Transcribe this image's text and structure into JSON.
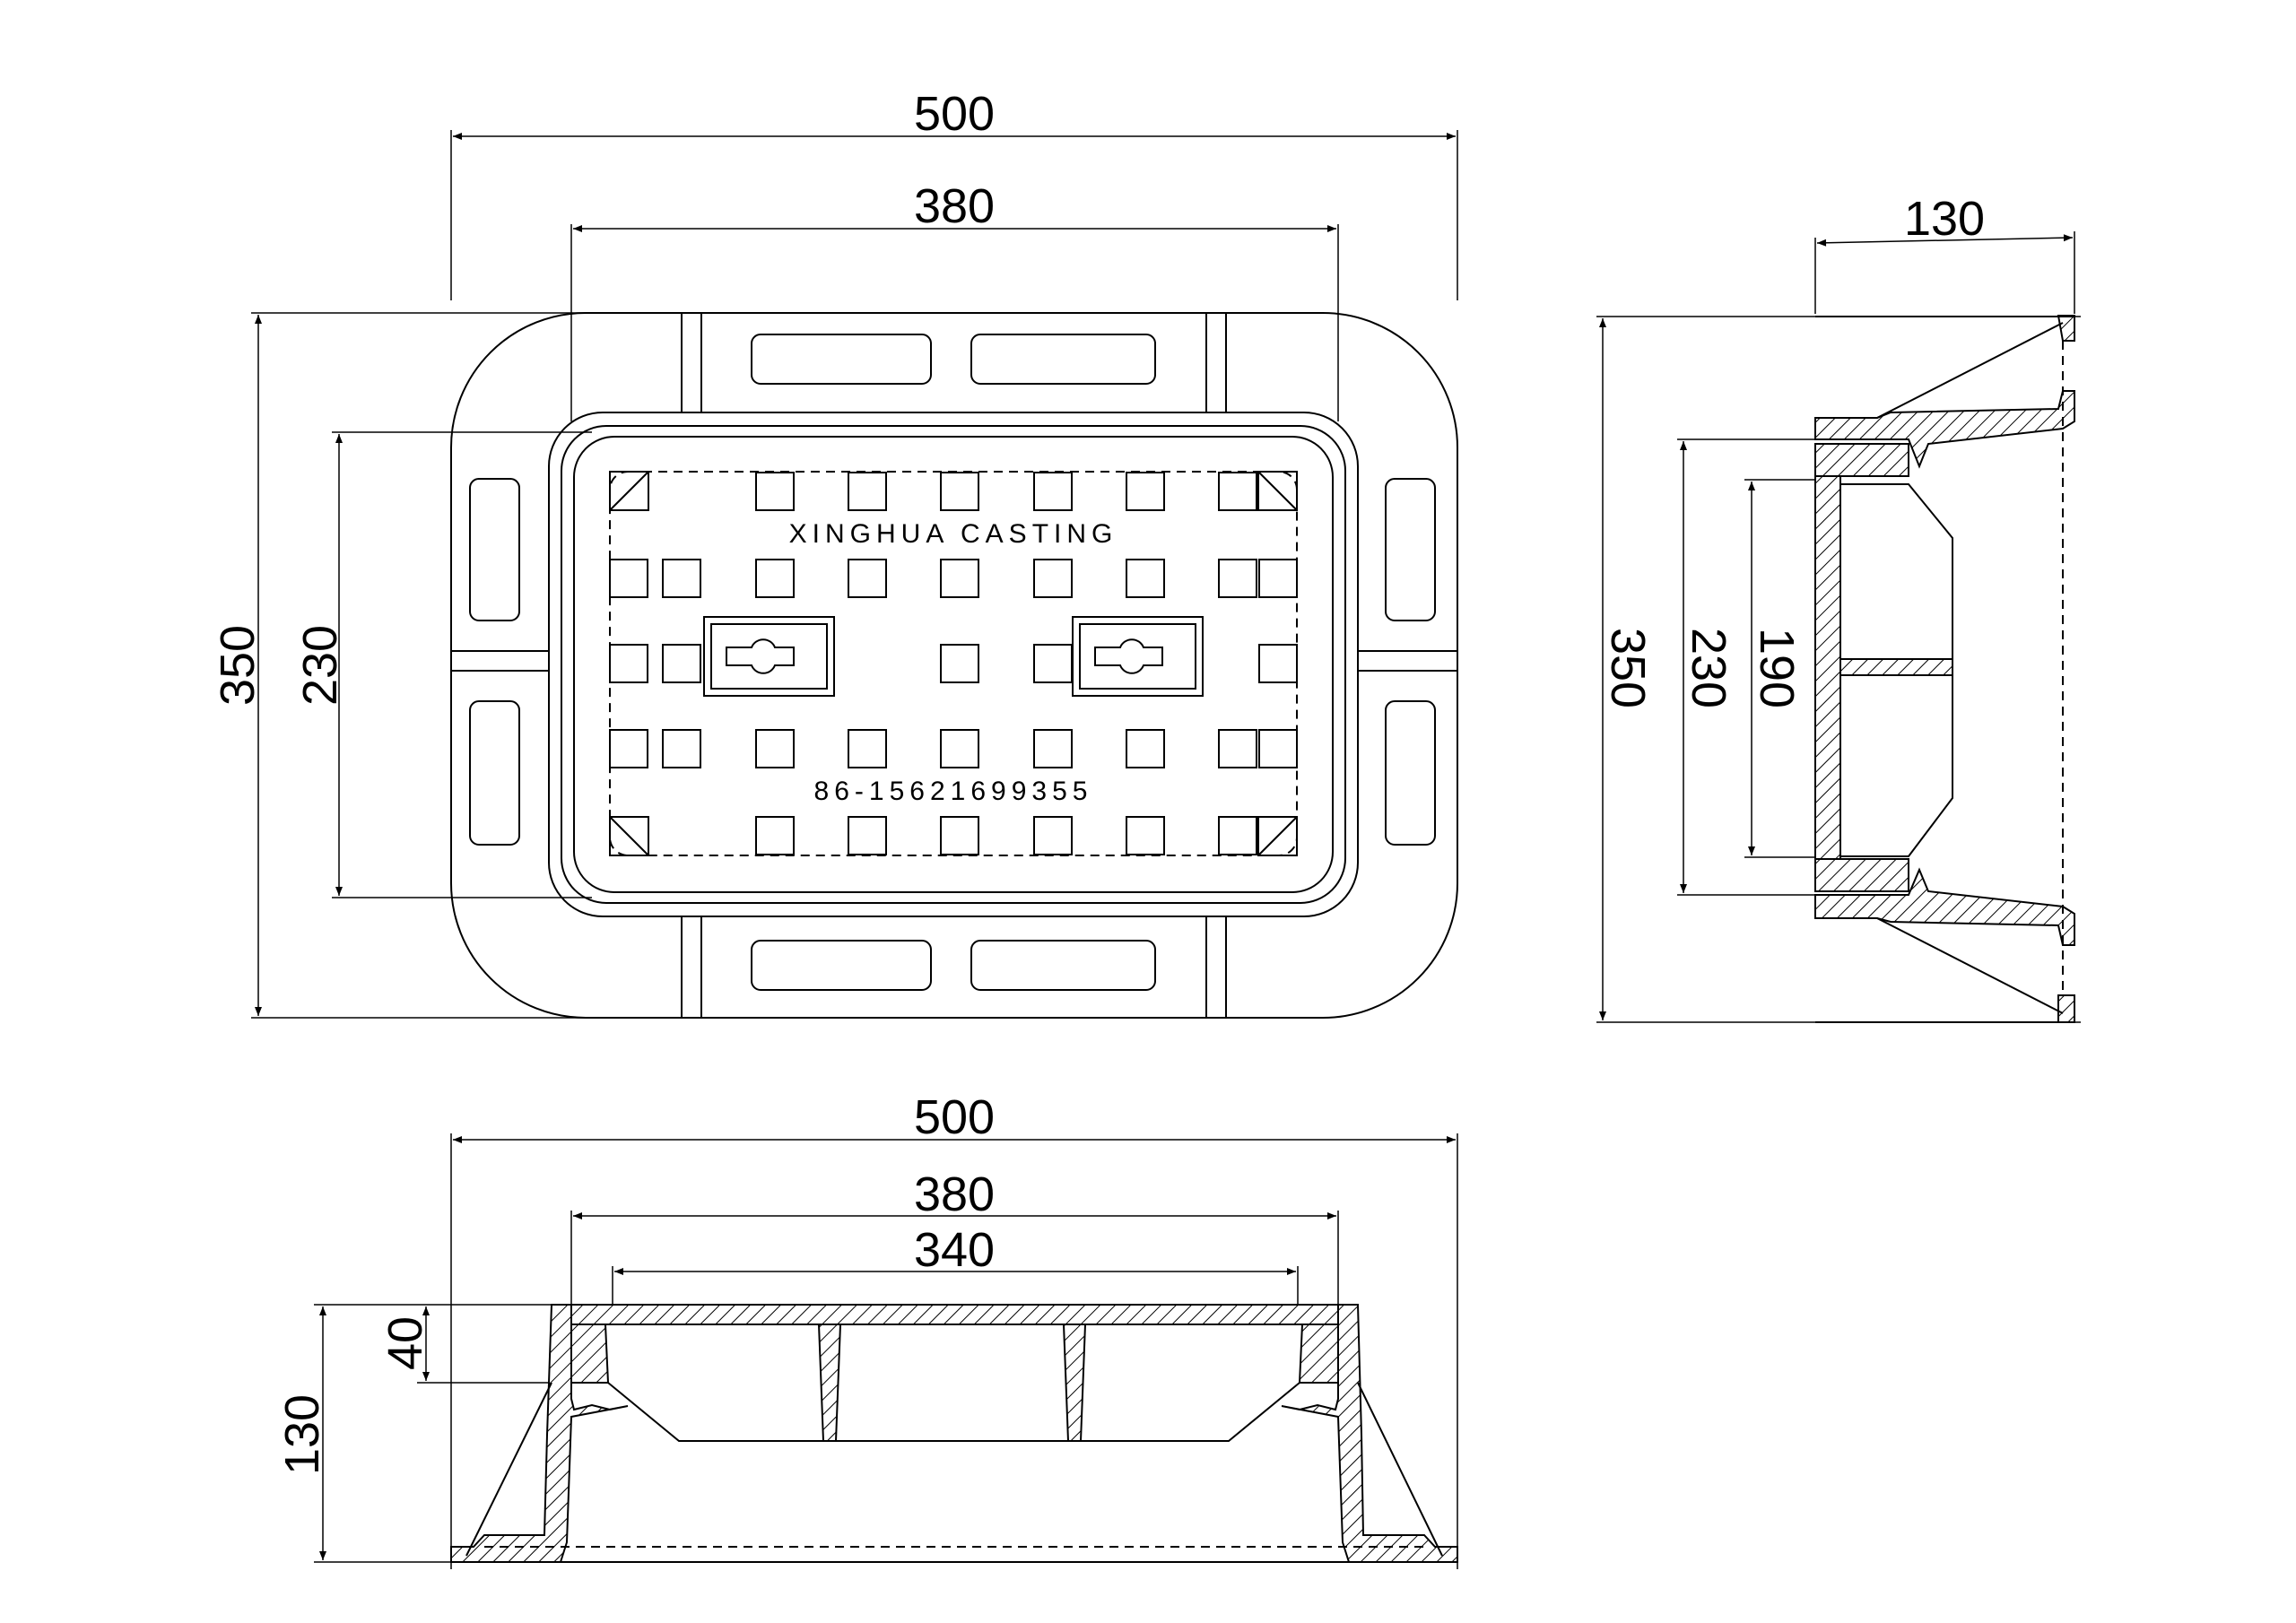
{
  "top_view": {
    "dim_overall_width": "500",
    "dim_opening_width": "380",
    "dim_overall_height": "350",
    "dim_opening_height": "230",
    "brand_text": "XINGHUA CASTING",
    "phone_text": "86-15621699355"
  },
  "side_view": {
    "dim_depth": "130",
    "dim_overall": "350",
    "dim_opening": "230",
    "dim_cover": "190"
  },
  "front_view": {
    "dim_overall_width": "500",
    "dim_opening_width": "380",
    "dim_cover_width": "340",
    "dim_cover_depth": "40",
    "dim_total_depth": "130"
  }
}
